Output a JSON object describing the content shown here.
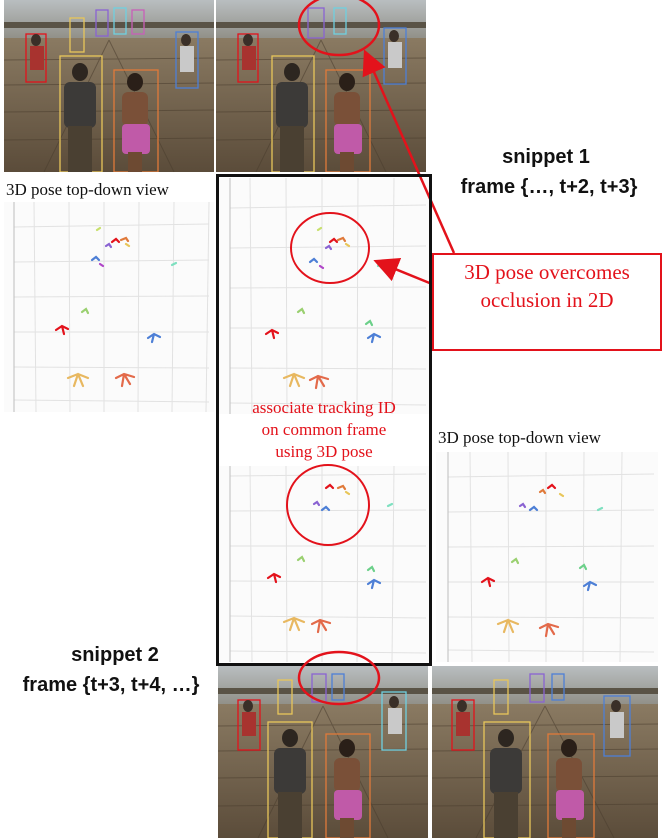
{
  "panels": {
    "top_down_caption": "3D pose top-down view"
  },
  "snippet1": {
    "title": "snippet 1",
    "frames": "frame {…, t+2, t+3}"
  },
  "snippet2": {
    "title": "snippet 2",
    "frames": "frame {t+3, t+4, …}"
  },
  "annotations": {
    "occlusion_line1": "3D pose overcomes",
    "occlusion_line2": "occlusion in 2D",
    "associate_line1": "associate tracking ID",
    "associate_line2": "on common frame",
    "associate_line3": "using 3D pose"
  },
  "colors": {
    "highlight_red": "#e3121b",
    "frame_black": "#111111"
  }
}
